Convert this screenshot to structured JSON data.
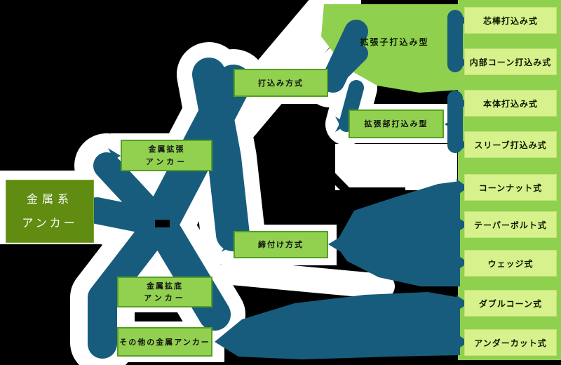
{
  "diagram": {
    "root": {
      "line1": "金属系",
      "line2": "アンカー"
    },
    "branches": {
      "kinzoku_kakucho": {
        "line1": "金属拡張",
        "line2": "アンカー"
      },
      "kinzoku_kakutei": {
        "line1": "金属拡底",
        "line2": "アンカー"
      },
      "sonota": {
        "label": "その他の金属アンカー"
      }
    },
    "methods": {
      "uchikomi": {
        "label": "打込み方式"
      },
      "shimetsuke": {
        "label": "締付け方式"
      }
    },
    "types": {
      "kakuchoshi": {
        "label": "拡張子打込み型"
      },
      "kakuchobu": {
        "label": "拡張部打込み型"
      }
    },
    "leaves": [
      {
        "label": "芯棒打込み式"
      },
      {
        "label": "内部コーン打込み式"
      },
      {
        "label": "本体打込み式"
      },
      {
        "label": "スリーブ打込み式"
      },
      {
        "label": "コーンナット式"
      },
      {
        "label": "テーパーボルト式"
      },
      {
        "label": "ウェッジ式"
      },
      {
        "label": "ダブルコーン式"
      },
      {
        "label": "アンダーカット式"
      }
    ],
    "colors": {
      "background": "#000000",
      "halo": "#ffffff",
      "connector_teal": "#175c7c",
      "node_green": "#92d050",
      "node_border_green": "#54a021",
      "root_green": "#618c12",
      "leaf_green": "#d7f28c",
      "strip_green": "#8fd04e"
    }
  }
}
